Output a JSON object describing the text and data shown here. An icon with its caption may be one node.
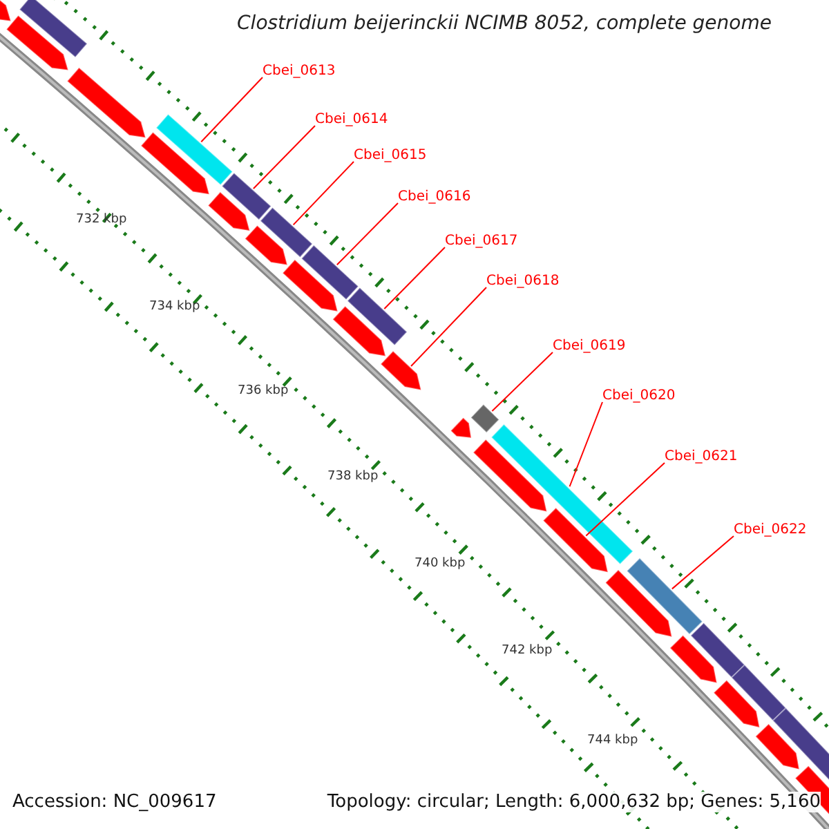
{
  "diagram": {
    "title": "Clostridium beijerinckii NCIMB 8052, complete genome",
    "nodes": [
      {
        "text": [
          "Cbei_0613"
        ]
      },
      {
        "text": [
          "Cbei_0614"
        ]
      },
      {
        "text": [
          "Cbei_0615"
        ]
      },
      {
        "text": [
          "Cbei_0616"
        ]
      },
      {
        "text": [
          "Cbei_0617"
        ]
      },
      {
        "text": [
          "Cbei_0618"
        ]
      },
      {
        "text": [
          "Cbei_0619"
        ]
      },
      {
        "text": [
          "Cbei_0620"
        ]
      },
      {
        "text": [
          "Cbei_0621"
        ]
      },
      {
        "text": [
          "Cbei_0622"
        ]
      },
      {
        "text": [],
        "shape": "pentagon"
      },
      {
        "text": [],
        "shape": "bar"
      },
      {
        "text": [],
        "shape": "pentagon"
      },
      {
        "text": [],
        "shape": "pentagon"
      },
      {
        "text": [],
        "shape": "pentagon"
      },
      {
        "text": [],
        "shape": "bar"
      },
      {
        "text": [],
        "shape": "pentagon"
      },
      {
        "text": [],
        "shape": "bar"
      },
      {
        "text": [],
        "shape": "pentagon"
      },
      {
        "text": [],
        "shape": "bar"
      },
      {
        "text": [],
        "shape": "pentagon"
      },
      {
        "text": [],
        "shape": "bar"
      },
      {
        "text": [],
        "shape": "pentagon"
      },
      {
        "text": [],
        "shape": "bar"
      },
      {
        "text": [],
        "shape": "pentagon"
      },
      {
        "text": [],
        "shape": "pentagon"
      },
      {
        "text": [],
        "shape": "bar"
      },
      {
        "text": [],
        "shape": "pentagon"
      },
      {
        "text": [],
        "shape": "bar"
      },
      {
        "text": [],
        "shape": "pentagon"
      },
      {
        "text": [],
        "shape": "pentagon"
      },
      {
        "text": [],
        "shape": "bar"
      },
      {
        "text": [],
        "shape": "pentagon"
      },
      {
        "text": [],
        "shape": "bar"
      },
      {
        "text": [],
        "shape": "pentagon"
      },
      {
        "text": [],
        "shape": "bar"
      },
      {
        "text": [],
        "shape": "pentagon"
      },
      {
        "text": [],
        "shape": "bar"
      },
      {
        "text": [],
        "shape": "pentagon"
      }
    ],
    "edges": [
      {
        "from": 0,
        "to": 15,
        "arrow": "none"
      },
      {
        "from": 1,
        "to": 17,
        "arrow": "none"
      },
      {
        "from": 2,
        "to": 19,
        "arrow": "none"
      },
      {
        "from": 3,
        "to": 21,
        "arrow": "none"
      },
      {
        "from": 4,
        "to": 23,
        "arrow": "none"
      },
      {
        "from": 5,
        "to": 24,
        "arrow": "none"
      },
      {
        "from": 6,
        "to": 26,
        "arrow": "none"
      },
      {
        "from": 7,
        "to": 28,
        "arrow": "none"
      },
      {
        "from": 8,
        "to": 29,
        "arrow": "none"
      },
      {
        "from": 9,
        "to": 31,
        "arrow": "none"
      }
    ],
    "labels": [
      "732 kbp",
      "734 kbp",
      "736 kbp",
      "738 kbp",
      "740 kbp",
      "742 kbp",
      "744 kbp",
      "Accession: NC_009617",
      "Topology: circular; Length: 6,000,632 bp; Genes: 5,160"
    ]
  }
}
